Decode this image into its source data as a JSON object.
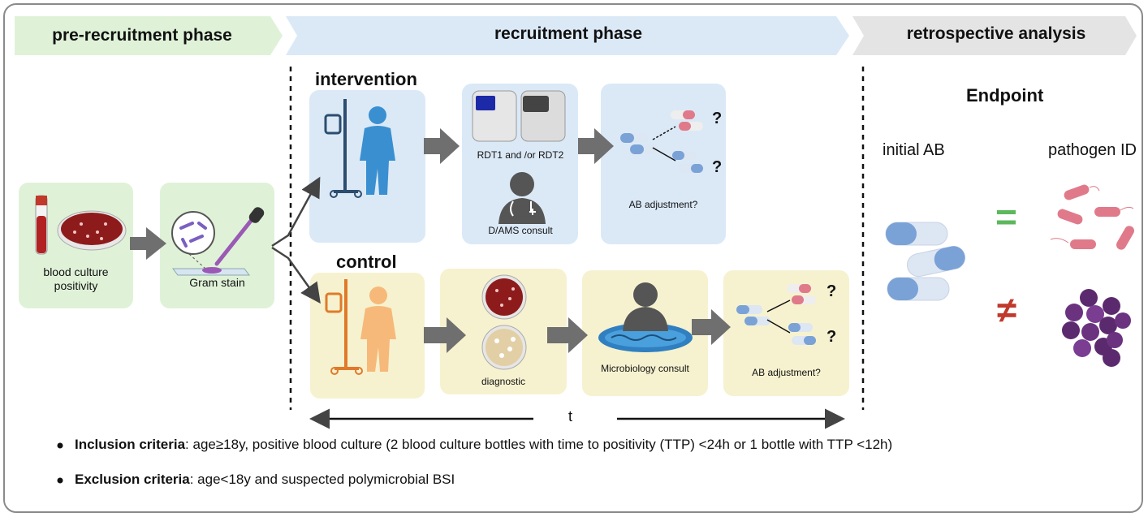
{
  "phases": {
    "pre": "pre-recruitment phase",
    "recruitment": "recruitment phase",
    "retro": "retrospective analysis"
  },
  "pre_steps": {
    "blood_culture": "blood culture positivity",
    "gram_stain": "Gram stain"
  },
  "intervention": {
    "title": "intervention",
    "rdt_label": "RDT1 and /or RDT2",
    "consult_label": "D/AMS consult",
    "ab_label": "AB adjustment?",
    "question": "?"
  },
  "control": {
    "title": "control",
    "diagnostic_label": "diagnostic",
    "consult_label": "Microbiology consult",
    "ab_label": "AB adjustment?",
    "question": "?"
  },
  "timeline": {
    "label": "t"
  },
  "endpoint": {
    "title": "Endpoint",
    "initial_ab": "initial AB",
    "pathogen_id": "pathogen ID",
    "equal_sign": "=",
    "not_equal_sign": "≠"
  },
  "criteria": {
    "inclusion_term": "Inclusion criteria",
    "inclusion_text": ": age≥18y, positive blood culture (2 blood culture bottles with time to positivity (TTP) <24h or 1 bottle with TTP <12h)",
    "exclusion_term": "Exclusion criteria",
    "exclusion_text": ": age<18y and suspected polymicrobial BSI"
  },
  "colors": {
    "green_box": "#dff2d8",
    "blue_box": "#dbe9f7",
    "yellow_box": "#f6f2cf",
    "arrow_gray": "#6f6f6f",
    "intervention_patient": "#3a8fd0",
    "control_patient": "#f6b97a",
    "equal_green": "#5cb85c",
    "not_equal_red": "#c0392b"
  }
}
